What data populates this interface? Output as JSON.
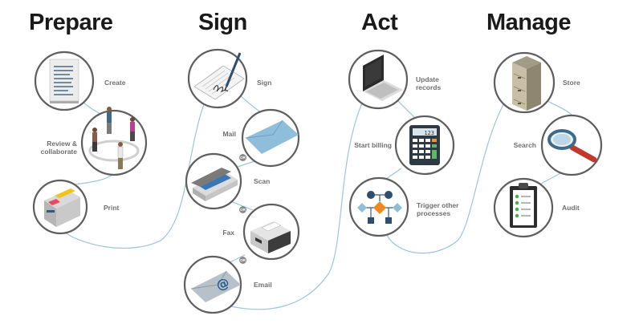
{
  "stages": {
    "prepare": {
      "title": "Prepare",
      "steps": {
        "create": "Create",
        "review": "Review &\ncollaborate",
        "print": "Print"
      }
    },
    "sign": {
      "title": "Sign",
      "steps": {
        "sign": "Sign",
        "mail": "Mail",
        "scan": "Scan",
        "fax": "Fax",
        "email": "Email"
      },
      "connector": "OR"
    },
    "act": {
      "title": "Act",
      "steps": {
        "update": "Update\nrecords",
        "billing": "Start billing",
        "trigger": "Trigger other\nprocesses"
      }
    },
    "manage": {
      "title": "Manage",
      "steps": {
        "store": "Store",
        "search": "Search",
        "audit": "Audit"
      }
    }
  },
  "calculator_display": "123",
  "colors": {
    "connector_line": "#9cc6d6",
    "circle_border": "#5e5e5e",
    "heading": "#1a1a1a",
    "label": "#6f6f6f"
  }
}
